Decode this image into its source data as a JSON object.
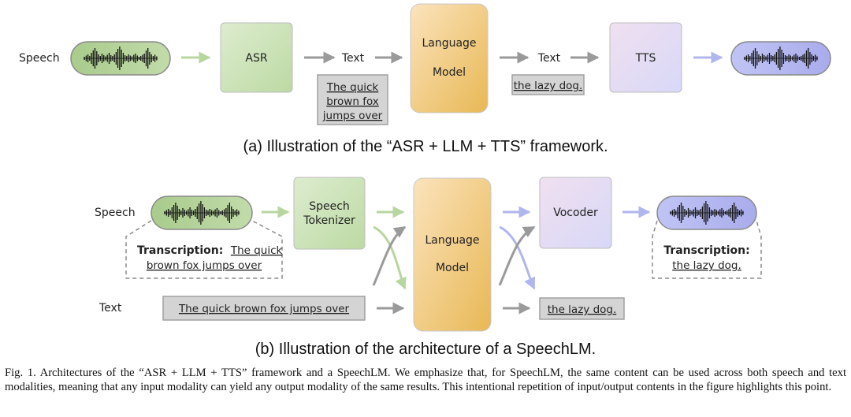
{
  "panel_a": {
    "speech_label": "Speech",
    "asr_label": "ASR",
    "text_label_1": "Text",
    "lm_line1": "Language",
    "lm_line2": "Model",
    "text_label_2": "Text",
    "tts_label": "TTS",
    "input_text_lines": [
      "The quick",
      "brown fox",
      "jumps over"
    ],
    "output_text": "the lazy dog.",
    "caption": "(a) Illustration of the “ASR + LLM + TTS” framework."
  },
  "panel_b": {
    "speech_label": "Speech",
    "text_label": "Text",
    "tokenizer_line1": "Speech",
    "tokenizer_line2": "Tokenizer",
    "lm_line1": "Language",
    "lm_line2": "Model",
    "vocoder_label": "Vocoder",
    "input_transcription_bold": "Transcription:",
    "input_transcription_line1": "The quick",
    "input_transcription_line2": "brown fox jumps over",
    "input_text": "The quick brown fox jumps over",
    "output_text": "the lazy dog.",
    "output_transcription_bold": "Transcription:",
    "output_transcription_text": "the lazy dog.",
    "caption": "(b) Illustration of the architecture of a SpeechLM."
  },
  "figure_caption": "Fig. 1.  Architectures of the “ASR + LLM + TTS” framework and a SpeechLM. We emphasize that, for SpeechLM, the same content can be used across both speech and text modalities, meaning that any input modality can yield any output modality of the same results. This intentional repetition of input/output contents in the figure highlights this point.",
  "colors": {
    "speech_input": "#b5d29a",
    "speech_output": "#b7b8f0",
    "asr_box": "#cfe6bd",
    "lm_box": "#f0cc84",
    "tts_box": "#e6e0f6",
    "text_box": "#d4d4d4",
    "arrow_gray": "#9a9a9a",
    "arrow_green": "#b8d6a0",
    "arrow_blue": "#b0b6ee"
  }
}
